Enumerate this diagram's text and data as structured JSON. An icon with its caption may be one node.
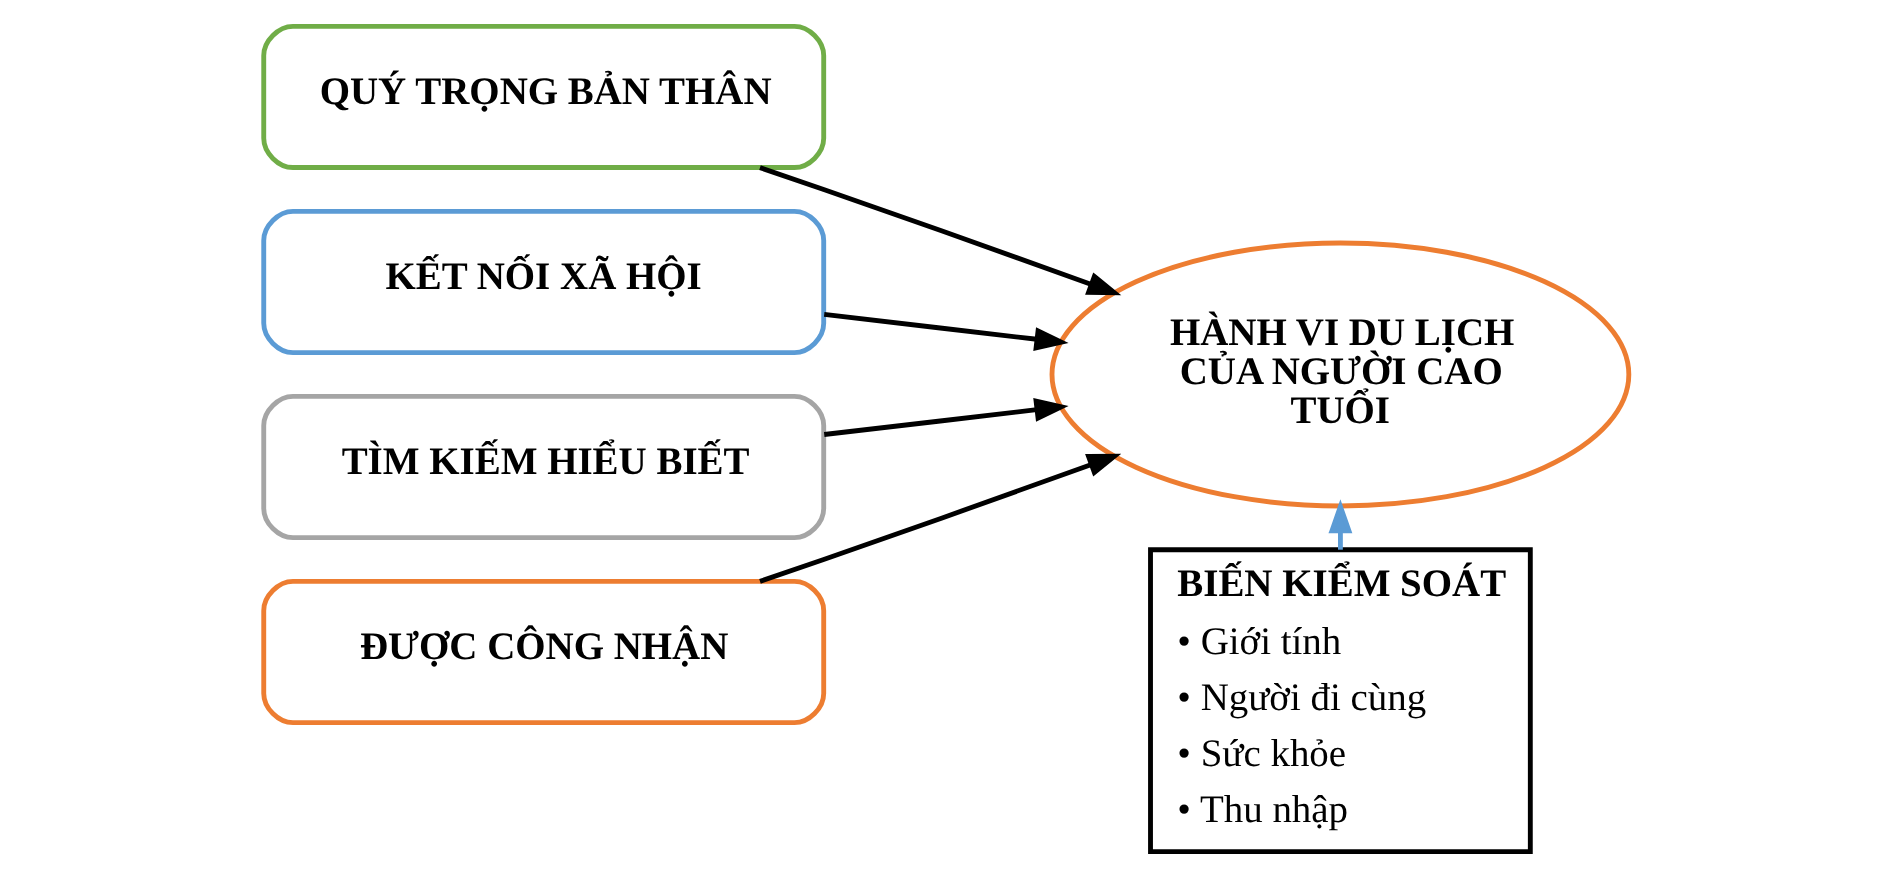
{
  "diagram": {
    "nodes": [
      {
        "text": [
          "QUÝ TRỌNG BẢN THÂN"
        ]
      },
      {
        "text": [
          "KẾT NỐI XÃ HỘI"
        ]
      },
      {
        "text": [
          "TÌM KIẾM HIỂU BIẾT"
        ]
      },
      {
        "text": [
          "ĐƯỢC CÔNG NHẬN"
        ]
      },
      {
        "text": [
          "HÀNH VI DU LỊCH CỦA NGƯỜI CAO TUỔI"
        ]
      },
      {
        "text": [
          "BIẾN KIỂM SOÁT",
          "• Giới tính",
          "• Người đi cùng",
          "• Sức khỏe",
          "• Thu nhập"
        ]
      }
    ],
    "edges": [
      {
        "from": 0,
        "to": 4,
        "arrow": "to"
      },
      {
        "from": 1,
        "to": 4,
        "arrow": "to"
      },
      {
        "from": 2,
        "to": 4,
        "arrow": "to"
      },
      {
        "from": 3,
        "to": 4,
        "arrow": "to"
      },
      {
        "from": 5,
        "to": 4,
        "arrow": "to",
        "color": "#5b9bd5"
      }
    ]
  }
}
